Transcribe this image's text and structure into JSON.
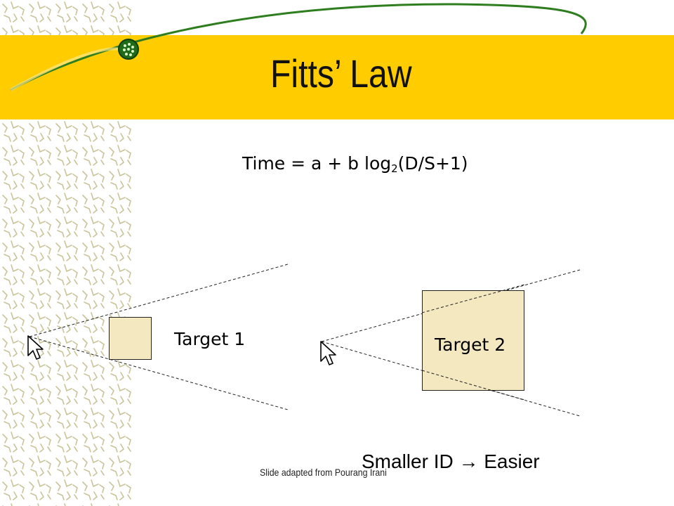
{
  "slide": {
    "title": "Fitts’ Law",
    "formula": {
      "prefix": "Time = a + b log",
      "subscript": "2",
      "suffix": "(D/S+1)"
    },
    "targets": [
      {
        "label": "Target 1"
      },
      {
        "label": "Target 2"
      }
    ],
    "conclusion": "Smaller ID → Easier",
    "credit": "Slide adapted from Pourang Irani"
  },
  "icons": {
    "pointer": "mouse-pointer-icon",
    "bullet_ornament": "dotted-circle-ornament-icon"
  },
  "colors": {
    "title_band": "#ffcc00",
    "target_fill": "#f3e8bf",
    "swoosh": "#2e7d1e",
    "pattern": "#c9c39a"
  }
}
